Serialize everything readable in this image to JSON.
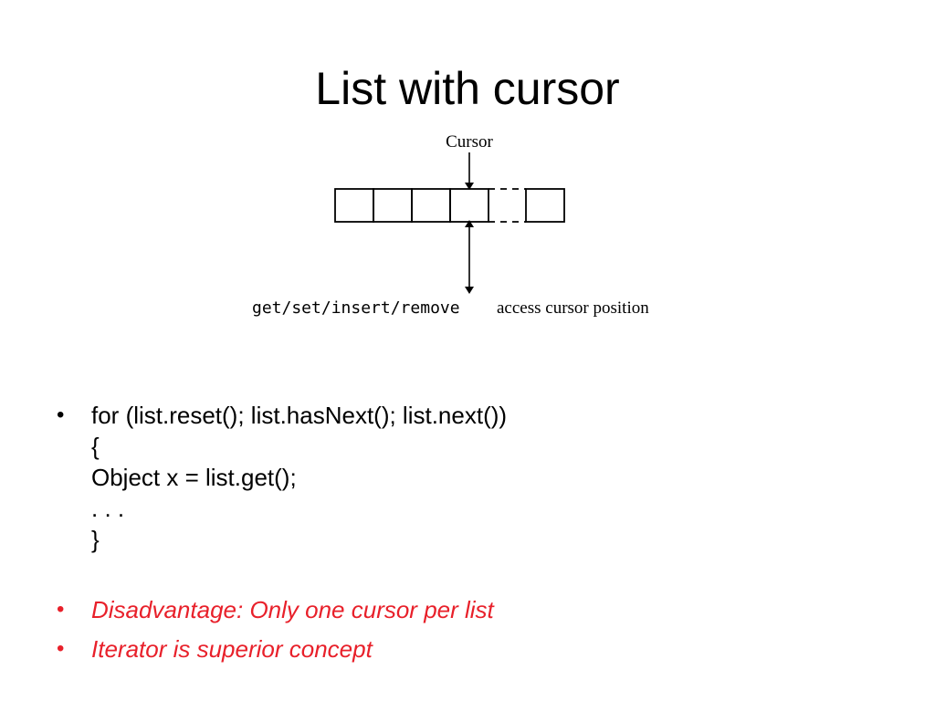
{
  "slide": {
    "title": "List with cursor"
  },
  "diagram": {
    "cursor_label": "Cursor",
    "operations_label": "get/set/insert/remove",
    "access_label": "access cursor position"
  },
  "bullets": [
    {
      "symbol": "•",
      "lines": [
        "for (list.reset(); list.hasNext(); list.next())",
        "{",
        "Object x = list.get();",
        ". . .",
        "}"
      ]
    },
    {
      "symbol": "•",
      "text": "Disadvantage: Only one cursor per list",
      "color": "#e8202a"
    },
    {
      "symbol": "•",
      "text": "Iterator is superior concept",
      "color": "#e8202a"
    }
  ]
}
